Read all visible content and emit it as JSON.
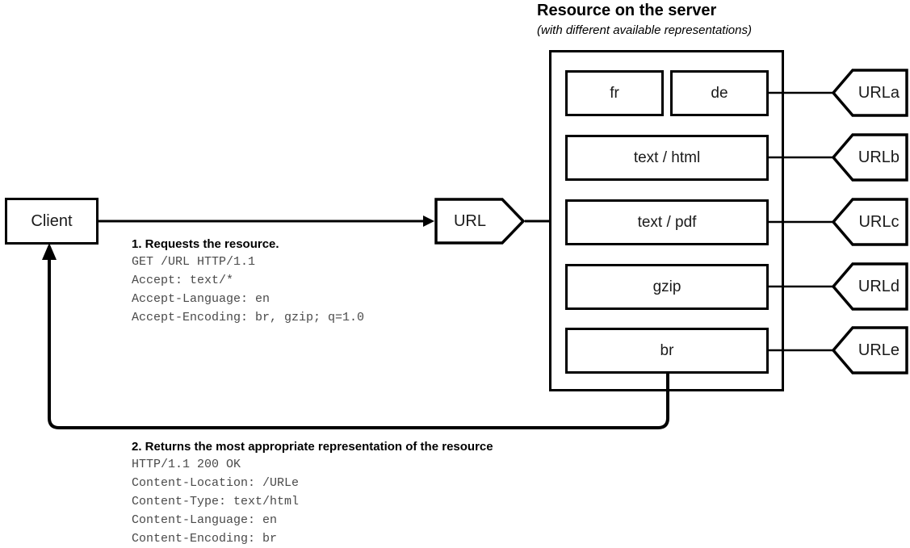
{
  "server": {
    "title": "Resource on the server",
    "subtitle": "(with different available representations)"
  },
  "client": {
    "label": "Client"
  },
  "url_request": {
    "label": "URL"
  },
  "representations": [
    {
      "id": "lang-fr",
      "label": "fr"
    },
    {
      "id": "lang-de",
      "label": "de"
    },
    {
      "id": "type-html",
      "label": "text / html"
    },
    {
      "id": "type-pdf",
      "label": "text / pdf"
    },
    {
      "id": "enc-gzip",
      "label": "gzip"
    },
    {
      "id": "enc-br",
      "label": "br"
    }
  ],
  "url_targets": [
    {
      "id": "urla",
      "label": "URLa"
    },
    {
      "id": "urlb",
      "label": "URLb"
    },
    {
      "id": "urlc",
      "label": "URLc"
    },
    {
      "id": "urld",
      "label": "URLd"
    },
    {
      "id": "urle",
      "label": "URLe"
    }
  ],
  "request_note": {
    "title": "1. Requests the resource.",
    "lines": [
      "GET /URL HTTP/1.1",
      "Accept: text/*",
      "Accept-Language: en",
      "Accept-Encoding: br, gzip; q=1.0"
    ]
  },
  "response_note": {
    "title": "2. Returns the most appropriate representation of the resource",
    "lines": [
      "HTTP/1.1 200 OK",
      "Content-Location: /URLe",
      "Content-Type: text/html",
      "Content-Language: en",
      "Content-Encoding: br"
    ]
  },
  "colors": {
    "stroke": "#000000",
    "background": "#ffffff",
    "mono_text": "#4a4a4a",
    "box_text": "#1a1a1a"
  }
}
